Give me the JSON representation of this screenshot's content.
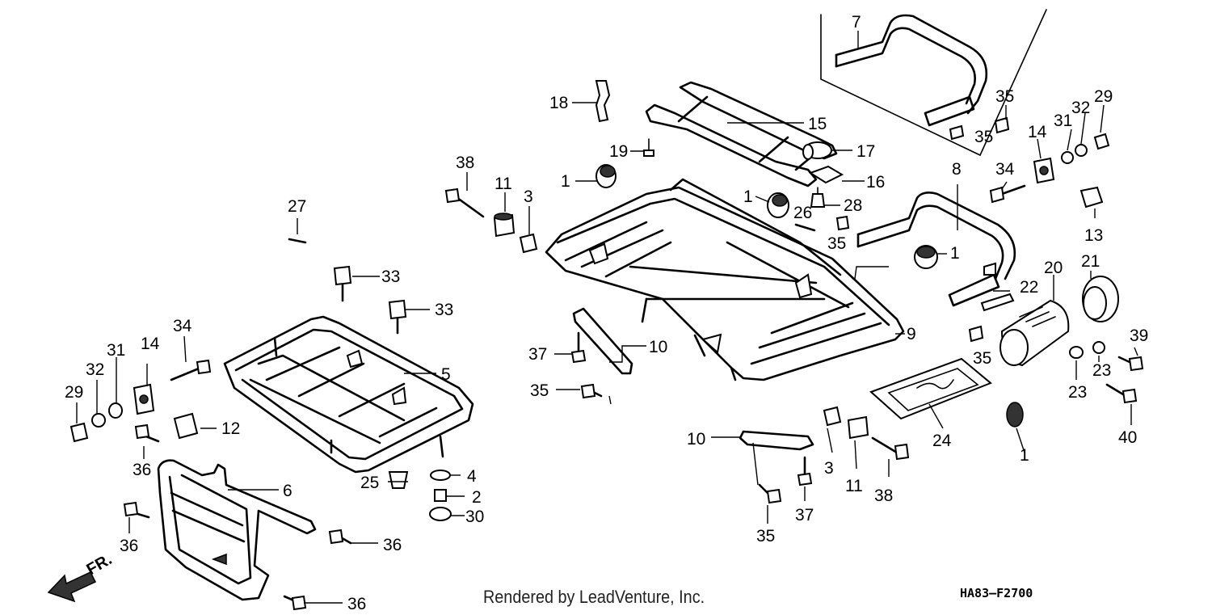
{
  "diagram": {
    "callouts": {
      "c1a": "1",
      "c1b": "1",
      "c1c": "1",
      "c1d": "1",
      "c2": "2",
      "c3a": "3",
      "c3b": "3",
      "c4": "4",
      "c5": "5",
      "c6": "6",
      "c7": "7",
      "c8": "8",
      "c9": "9",
      "c10a": "10",
      "c10b": "10",
      "c11a": "11",
      "c11b": "11",
      "c12": "12",
      "c13": "13",
      "c14a": "14",
      "c14b": "14",
      "c15": "15",
      "c16": "16",
      "c17": "17",
      "c18": "18",
      "c19": "19",
      "c20": "20",
      "c21": "21",
      "c22": "22",
      "c23a": "23",
      "c23b": "23",
      "c24": "24",
      "c25": "25",
      "c26": "26",
      "c27": "27",
      "c28": "28",
      "c29a": "29",
      "c29b": "29",
      "c30": "30",
      "c31a": "31",
      "c31b": "31",
      "c32a": "32",
      "c32b": "32",
      "c33a": "33",
      "c33b": "33",
      "c34a": "34",
      "c34b": "34",
      "c35a": "35",
      "c35b": "35",
      "c35c": "35",
      "c35d": "35",
      "c35e": "35",
      "c35f": "35",
      "c36a": "36",
      "c36b": "36",
      "c36c": "36",
      "c36d": "36",
      "c37a": "37",
      "c37b": "37",
      "c38a": "38",
      "c38b": "38",
      "c39": "39",
      "c40": "40"
    },
    "direction_label": "FR.",
    "credit": "Rendered by LeadVenture, Inc.",
    "figure_code": "HA83–F2700"
  }
}
